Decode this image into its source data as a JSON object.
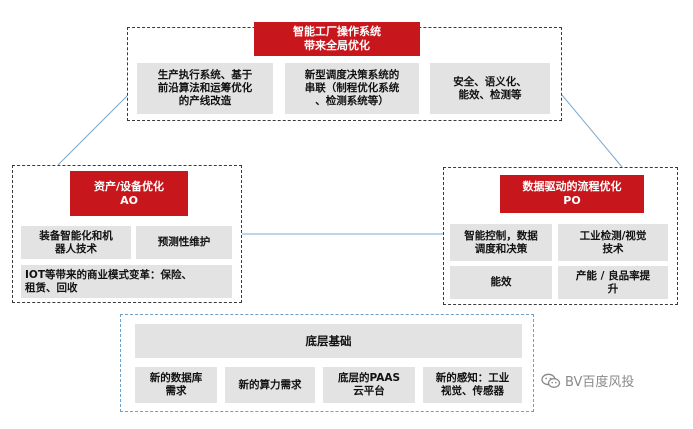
{
  "top": {
    "title_line1": "智能工厂操作系统",
    "title_line2": "带来全局优化",
    "items": [
      "生产执行系统、基于\n前沿算法和运筹优化\n的产线改造",
      "新型调度决策系统的\n串联（制程优化系统\n、检测系统等）",
      "安全、语义化、\n能效、检测等"
    ]
  },
  "left": {
    "title_line1": "资产/设备优化",
    "title_line2": "AO",
    "items": [
      "装备智能化和机\n器人技术",
      "预测性维护",
      "IOT等带来的商业模式变革：保险、\n租赁、回收"
    ]
  },
  "right": {
    "title_line1": "数据驱动的流程优化",
    "title_line2": "PO",
    "items": [
      "智能控制，数据\n调度和决策",
      "工业检测/视觉\n技术",
      "能效",
      "产能 / 良品率提\n升"
    ]
  },
  "bottom": {
    "title": "底层基础",
    "items": [
      "新的数据库\n需求",
      "新的算力需求",
      "底层的PAAS\n云平台",
      "新的感知：工业\n视觉、传感器"
    ]
  },
  "watermark": {
    "text": "BV百度风投"
  },
  "colors": {
    "red": "#c8161d",
    "grey": "#e3e3e3",
    "link": "#7fa8cc"
  }
}
